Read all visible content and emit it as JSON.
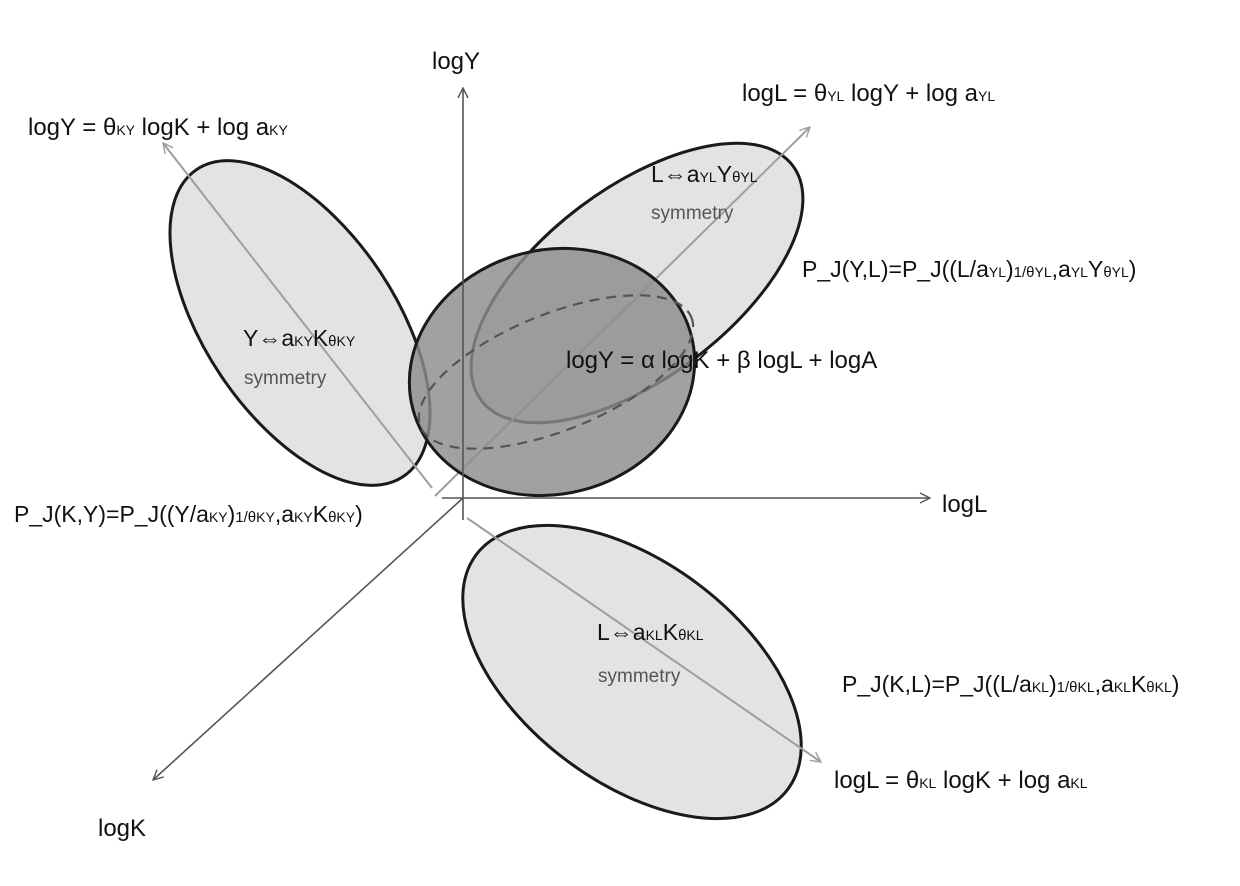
{
  "axes": {
    "y_label": "logY",
    "x_label": "logL",
    "z_label": "logK"
  },
  "regression_lines": {
    "ky": "logY = θ_{KY} logK + log a_{KY}",
    "yl": "logL = θ_{YL} logY + log a_{YL}",
    "kl": "logL = θ_{KL} logK + log a_{KL}"
  },
  "production_function": "logY = α logK + β logL + logA",
  "symmetries": {
    "ky": "Y⇔a_{KY}K^{θ_{KY}}",
    "yl": "L⇔a_{YL}Y^{θ_{YL}}",
    "kl": "L⇔a_{KL}K^{θ_{KL}}",
    "word": "symmetry"
  },
  "probabilities": {
    "ky": "P_J(K,Y)=P_J((Y/a_{KY})^{1/θ_{KY}},a_{KY}K^{θ_{KY}})",
    "yl": "P_J(Y,L)=P_J((L/a_{YL})^{1/θ_{YL}},a_{YL}Y^{θ_{YL}})",
    "kl": "P_J(K,L)=P_J((L/a_{KL})^{1/θ_{KL}},a_{KL}K^{θ_{KL}})"
  },
  "colors": {
    "axis": "#555555",
    "light_ellipse_fill": "#e3e3e3",
    "dark_ellipse_fill": "#8c8c8c",
    "ellipse_stroke": "#1a1a1a",
    "diagonal_line": "#9e9e9e",
    "dashed": "#555555"
  }
}
